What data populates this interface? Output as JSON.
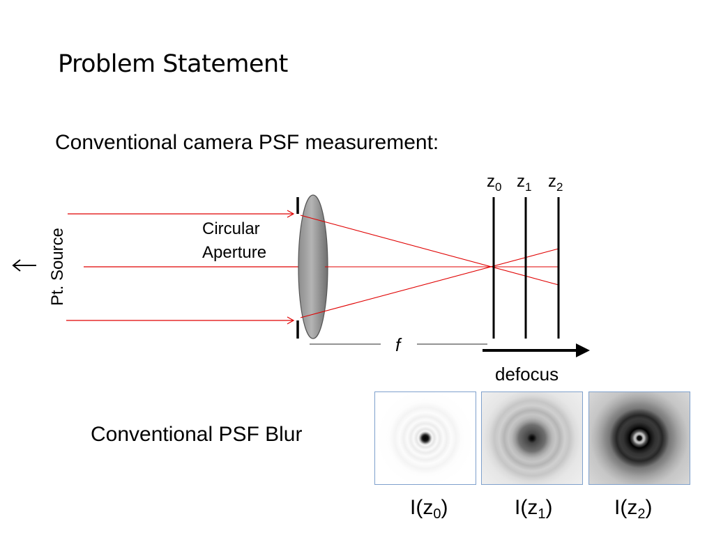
{
  "slide": {
    "title": "Problem Statement",
    "subtitle": "Conventional camera PSF measurement:",
    "blur_label": "Conventional PSF Blur"
  },
  "diagram": {
    "source_label": "Pt. Source",
    "aperture_label_line1": "Circular",
    "aperture_label_line2": "Aperture",
    "focal_label": "f",
    "defocus_label": "defocus",
    "planes": [
      {
        "var": "z",
        "sub": "0"
      },
      {
        "var": "z",
        "sub": "1"
      },
      {
        "var": "z",
        "sub": "2"
      }
    ],
    "ray_color": "#e00000"
  },
  "psf_images": [
    {
      "fn": "I(z",
      "sub": "0",
      "close": ")"
    },
    {
      "fn": "I(z",
      "sub": "1",
      "close": ")"
    },
    {
      "fn": "I(z",
      "sub": "2",
      "close": ")"
    }
  ]
}
